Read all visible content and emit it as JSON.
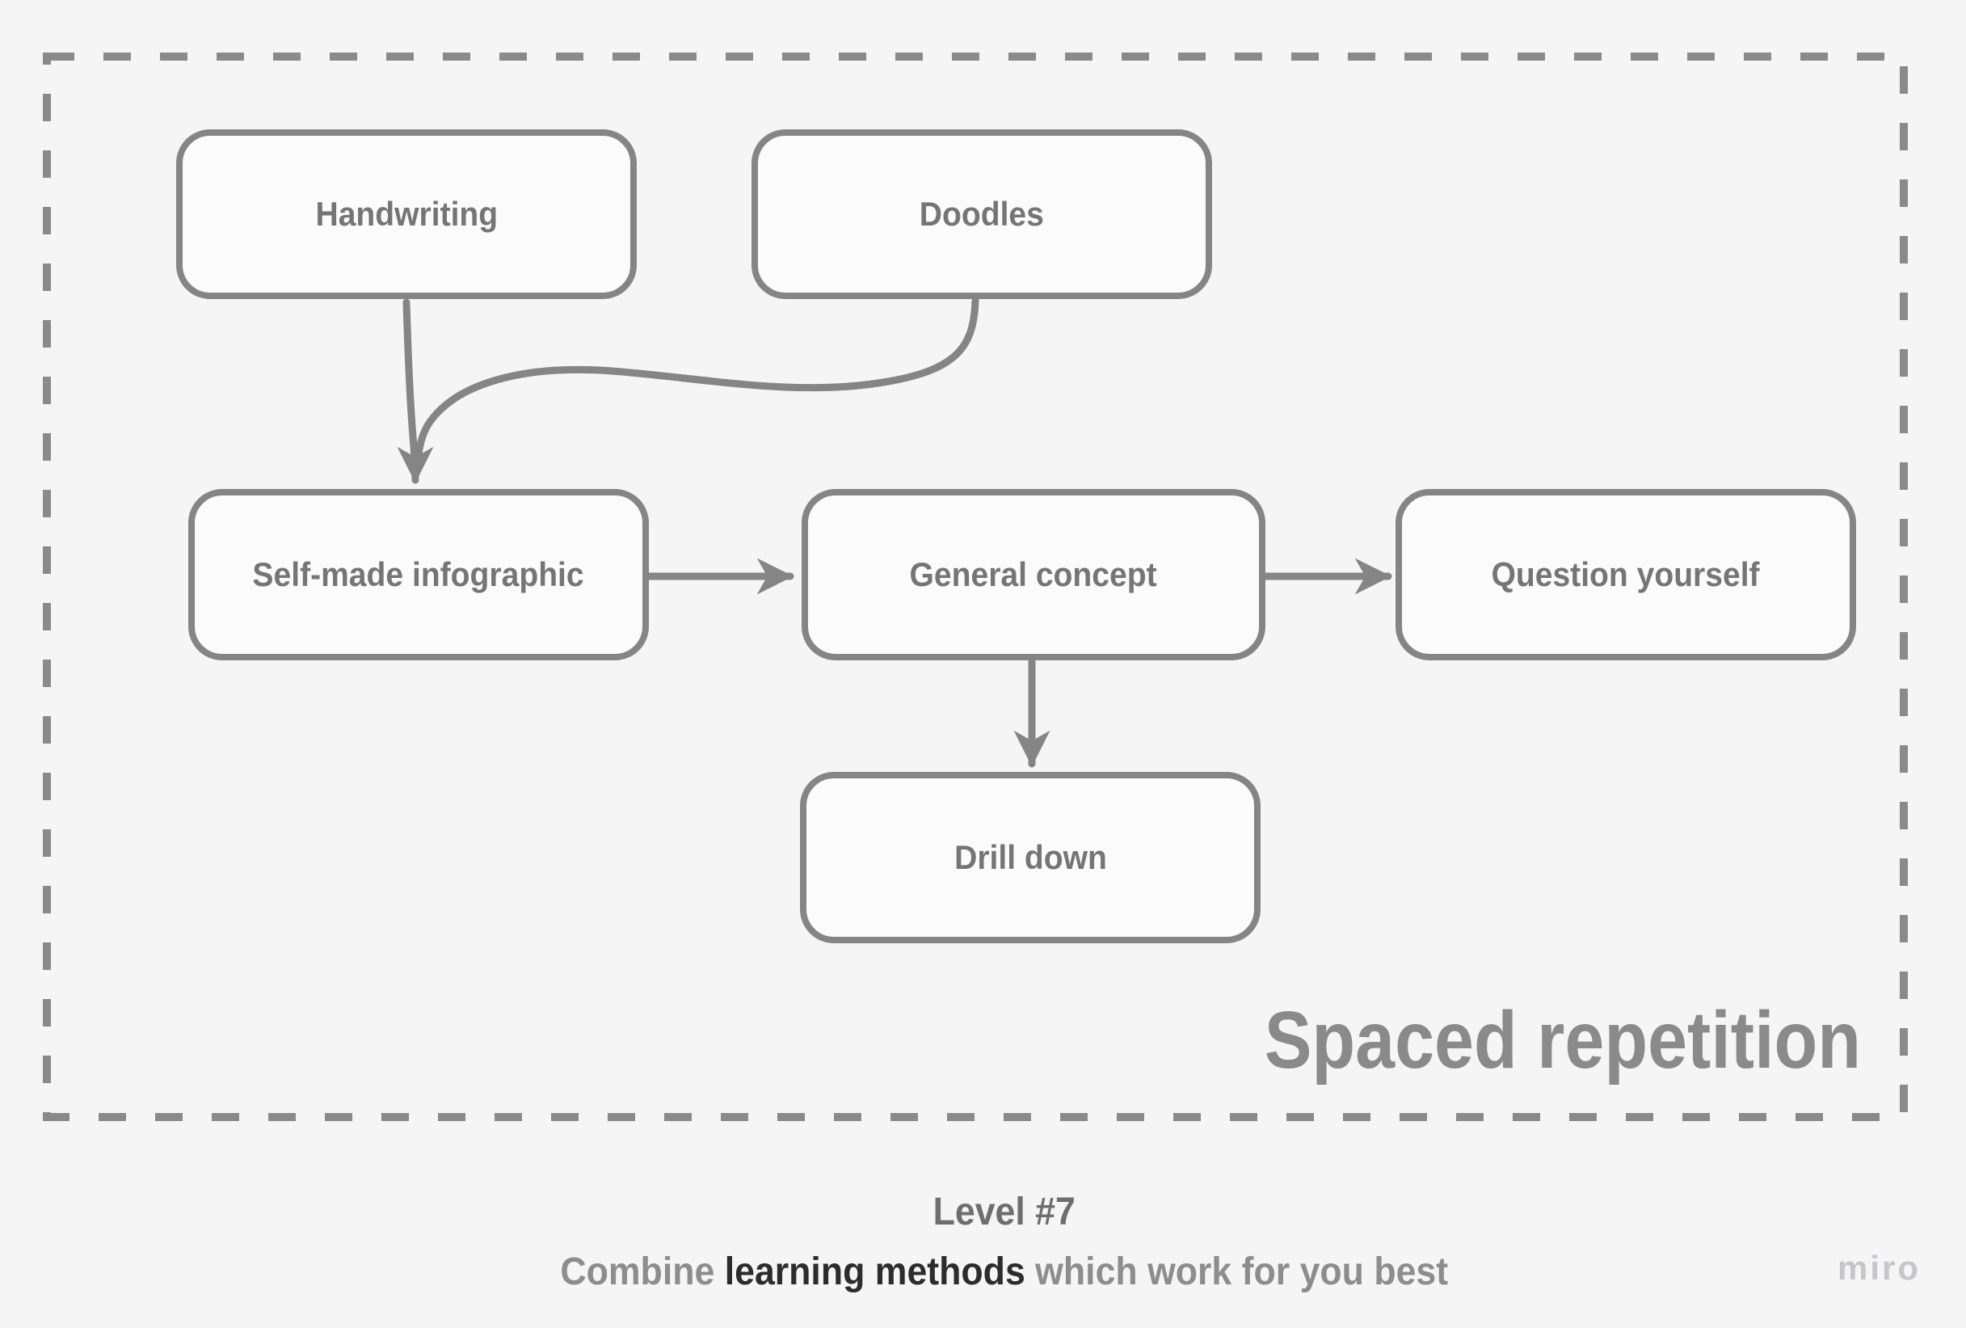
{
  "page": {
    "background_color": "#f5f5f6",
    "stroke_color": "#858585",
    "dashed_frame_color": "#8a8a8a",
    "node_fill_color": "#fbfbfb",
    "node_text_color": "#757575"
  },
  "diagram": {
    "region_label": "Spaced repetition",
    "region_label_color": "#8a8a8a",
    "nodes": [
      {
        "id": "handwriting",
        "label": "Handwriting"
      },
      {
        "id": "doodles",
        "label": "Doodles"
      },
      {
        "id": "self-made-infographic",
        "label": "Self-made infographic"
      },
      {
        "id": "general-concept",
        "label": "General concept"
      },
      {
        "id": "question-yourself",
        "label": "Question yourself"
      },
      {
        "id": "drill-down",
        "label": "Drill down"
      }
    ],
    "edges": [
      {
        "from": "handwriting",
        "to": "self-made-infographic",
        "style": "curved-arrow"
      },
      {
        "from": "doodles",
        "to": "self-made-infographic",
        "style": "s-curve-merging"
      },
      {
        "from": "self-made-infographic",
        "to": "general-concept",
        "style": "straight-arrow"
      },
      {
        "from": "general-concept",
        "to": "question-yourself",
        "style": "straight-arrow"
      },
      {
        "from": "general-concept",
        "to": "drill-down",
        "style": "straight-arrow"
      }
    ]
  },
  "caption": {
    "line1": "Level #7",
    "line2_prefix": "Combine ",
    "line2_bold": "learning methods",
    "line2_suffix": " which work for you best",
    "line1_color": "#6e6e6e",
    "line2_gray_color": "#8d8d8d",
    "line2_bold_color": "#2c2c2c"
  },
  "watermark": {
    "label": "miro",
    "color": "#c5c5cb"
  }
}
